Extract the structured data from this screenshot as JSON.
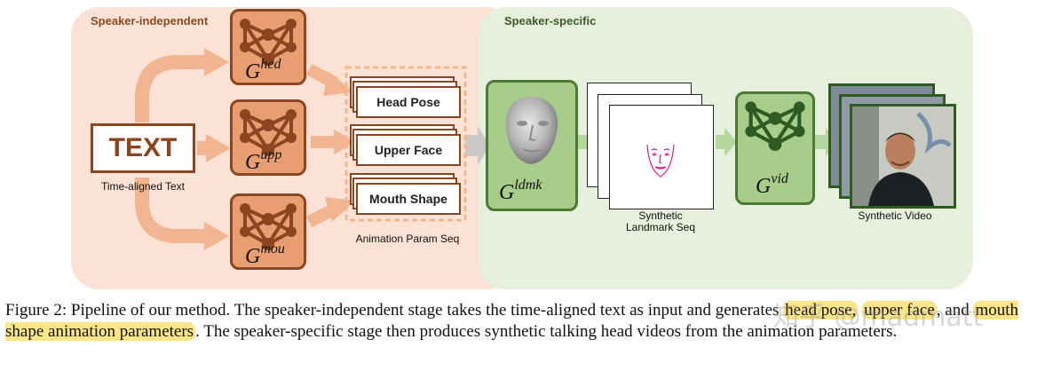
{
  "stages": {
    "independent": "Speaker-independent",
    "specific": "Speaker-specific"
  },
  "input": {
    "text": "TEXT",
    "caption": "Time-aligned Text"
  },
  "generators": {
    "hed": {
      "g": "G",
      "sub": "hed"
    },
    "upp": {
      "g": "G",
      "sub": "upp"
    },
    "mou": {
      "g": "G",
      "sub": "mou"
    },
    "ldmk": {
      "g": "G",
      "sub": "ldmk"
    },
    "vid": {
      "g": "G",
      "sub": "vid"
    }
  },
  "params": {
    "head": "Head Pose",
    "upper": "Upper Face",
    "mouth": "Mouth Shape",
    "caption": "Animation Param Seq"
  },
  "landmark_caption": {
    "line1": "Synthetic",
    "line2": "Landmark Seq"
  },
  "video_caption": "Synthetic Video",
  "colors": {
    "independent_bg": "#fbe2d4",
    "specific_bg": "#e6f0dc",
    "orange_arrow": "#f2b591",
    "green_arrow": "#b5d69c",
    "net_orange": "#e89e70",
    "net_green": "#a8cc8a",
    "brown": "#8b4520",
    "highlight": "#fbe58a"
  },
  "figure_caption": {
    "p1": "Figure 2: Pipeline of our method. The speaker-independent stage takes the time-aligned text as input and generates ",
    "h1": "head pose,",
    "p2": " ",
    "h2": "upper face",
    "p3": ", and ",
    "h3": "mouth shape animation parameters",
    "p4": ". The speaker-specific stage then produces synthetic talking head videos from the animation parameters."
  },
  "watermark": "知乎 @madmatt"
}
